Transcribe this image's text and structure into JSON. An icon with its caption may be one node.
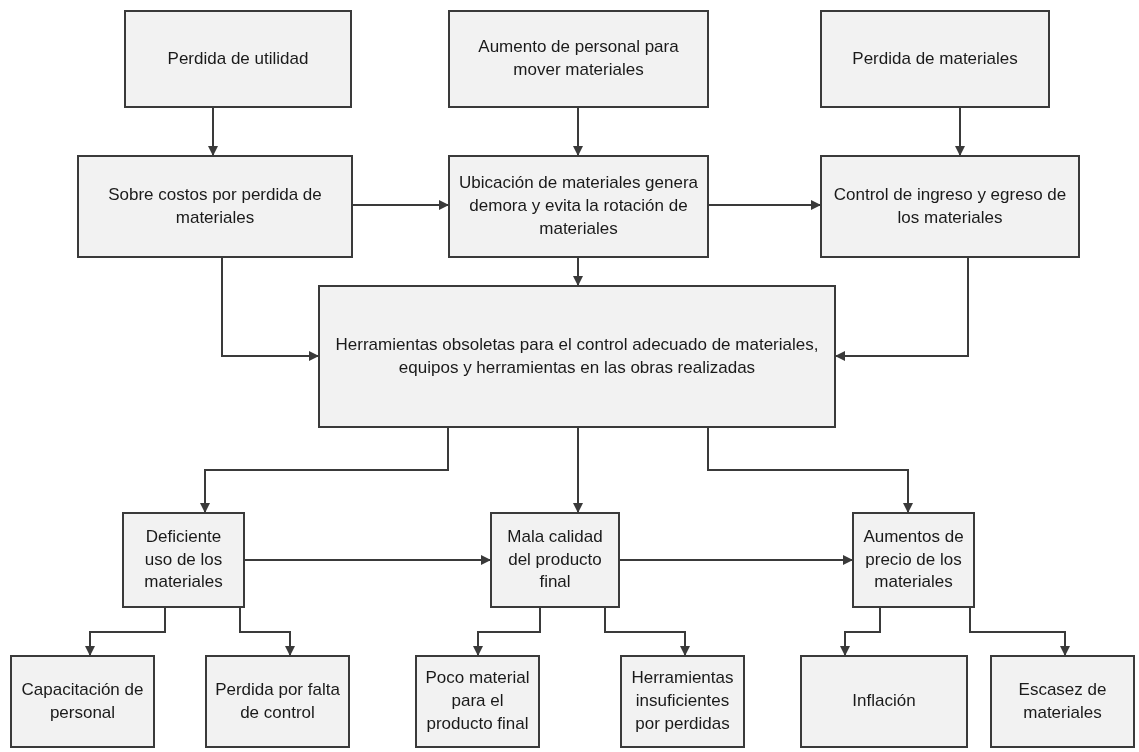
{
  "diagram": {
    "nodes": [
      {
        "text": [
          "Perdida de utilidad"
        ]
      },
      {
        "text": [
          "Aumento de personal para mover materiales"
        ]
      },
      {
        "text": [
          "Perdida de materiales"
        ]
      },
      {
        "text": [
          "Sobre costos por perdida de materiales"
        ]
      },
      {
        "text": [
          "Ubicación de materiales genera demora y evita la rotación de materiales"
        ]
      },
      {
        "text": [
          "Control de ingreso y egreso de los materiales"
        ]
      },
      {
        "text": [
          "Herramientas obsoletas para el control adecuado de materiales, equipos y herramientas en las obras realizadas"
        ]
      },
      {
        "text": [
          "Deficiente uso de los materiales"
        ]
      },
      {
        "text": [
          "Mala calidad del producto final"
        ]
      },
      {
        "text": [
          "Aumentos de precio de los materiales"
        ]
      },
      {
        "text": [
          "Capacitación de personal"
        ]
      },
      {
        "text": [
          "Perdida por falta de control"
        ]
      },
      {
        "text": [
          "Poco material para el producto final"
        ]
      },
      {
        "text": [
          "Herramientas insuficientes por perdidas"
        ]
      },
      {
        "text": [
          "Inflación"
        ]
      },
      {
        "text": [
          "Escasez de materiales"
        ]
      }
    ],
    "edges": [
      {
        "from": 0,
        "to": 3,
        "arrow": "to"
      },
      {
        "from": 1,
        "to": 4,
        "arrow": "to"
      },
      {
        "from": 2,
        "to": 5,
        "arrow": "to"
      },
      {
        "from": 3,
        "to": 4,
        "arrow": "to"
      },
      {
        "from": 4,
        "to": 5,
        "arrow": "to"
      },
      {
        "from": 4,
        "to": 6,
        "arrow": "to"
      },
      {
        "from": 3,
        "to": 6,
        "arrow": "to"
      },
      {
        "from": 5,
        "to": 6,
        "arrow": "to"
      },
      {
        "from": 6,
        "to": 7,
        "arrow": "to"
      },
      {
        "from": 6,
        "to": 8,
        "arrow": "to"
      },
      {
        "from": 6,
        "to": 9,
        "arrow": "to"
      },
      {
        "from": 7,
        "to": 8,
        "arrow": "to"
      },
      {
        "from": 8,
        "to": 9,
        "arrow": "to"
      },
      {
        "from": 7,
        "to": 10,
        "arrow": "to"
      },
      {
        "from": 7,
        "to": 11,
        "arrow": "to"
      },
      {
        "from": 8,
        "to": 12,
        "arrow": "to"
      },
      {
        "from": 8,
        "to": 13,
        "arrow": "to"
      },
      {
        "from": 9,
        "to": 14,
        "arrow": "to"
      },
      {
        "from": 9,
        "to": 15,
        "arrow": "to"
      }
    ]
  }
}
